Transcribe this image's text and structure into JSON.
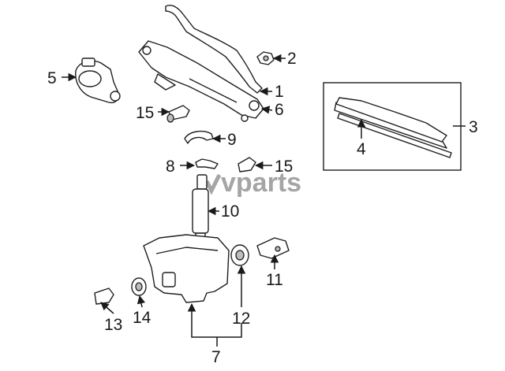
{
  "watermark": "vparts",
  "colors": {
    "line": "#1f1f1f",
    "watermark": "#8f8f8f",
    "background": "#ffffff"
  },
  "parts": {
    "p1": "1",
    "p2": "2",
    "p3": "3",
    "p4": "4",
    "p5": "5",
    "p6": "6",
    "p7": "7",
    "p8": "8",
    "p9": "9",
    "p10": "10",
    "p11": "11",
    "p12": "12",
    "p13": "13",
    "p14": "14",
    "p15a": "15",
    "p15b": "15"
  }
}
